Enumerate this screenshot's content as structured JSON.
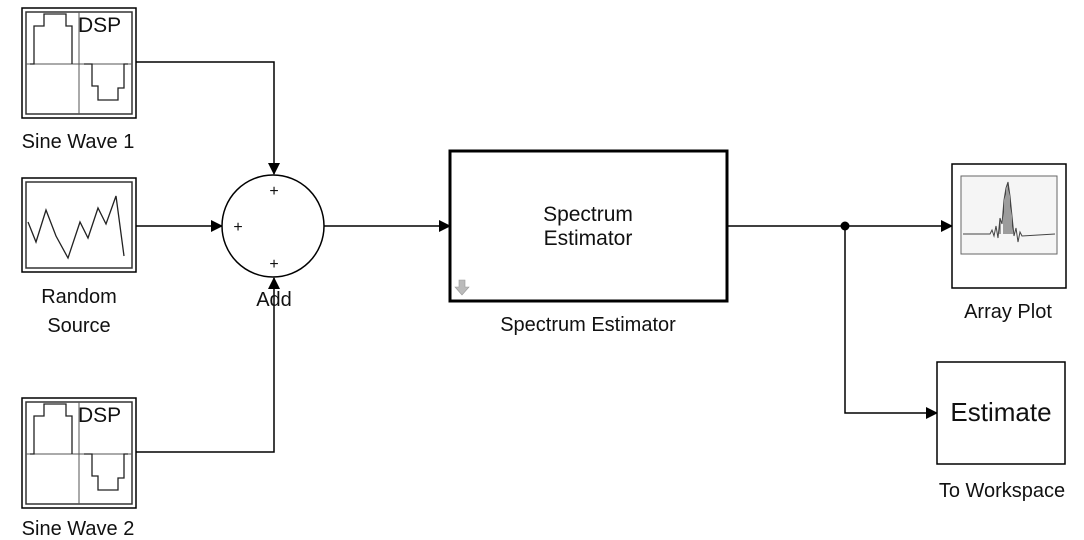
{
  "blocks": {
    "sine_wave_1": {
      "name": "Sine Wave 1",
      "icon_text": "DSP",
      "icon": "dsp-sine-wave-icon"
    },
    "random_source": {
      "name_line1": "Random",
      "name_line2": "Source",
      "icon": "random-signal-icon"
    },
    "sine_wave_2": {
      "name": "Sine Wave 2",
      "icon_text": "DSP",
      "icon": "dsp-sine-wave-icon"
    },
    "add": {
      "name": "Add",
      "signs": [
        "+",
        "+",
        "+"
      ]
    },
    "spectrum_estimator": {
      "name": "Spectrum Estimator",
      "inner_line1": "Spectrum",
      "inner_line2": "Estimator",
      "icon": "down-arrow-icon"
    },
    "array_plot": {
      "name": "Array Plot",
      "icon": "spectrum-plot-icon"
    },
    "to_workspace": {
      "name": "To Workspace",
      "variable": "Estimate"
    }
  },
  "colors": {
    "line": "#000000",
    "icon_gray": "#555555",
    "scope_bg": "#f5f5f5"
  }
}
